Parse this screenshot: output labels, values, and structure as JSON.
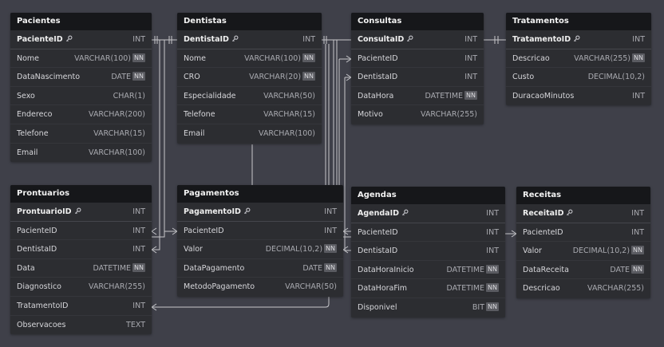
{
  "diagram": {
    "colors": {
      "background": "#3f4049",
      "table_body": "#2c2d31",
      "table_header": "#16171a",
      "edge": "#c8c8cc"
    },
    "tables": [
      {
        "id": "pacientes",
        "name": "Pacientes",
        "columns": [
          {
            "name": "PacienteID",
            "type": "INT",
            "pk": true,
            "nn": false
          },
          {
            "name": "Nome",
            "type": "VARCHAR(100)",
            "pk": false,
            "nn": true
          },
          {
            "name": "DataNascimento",
            "type": "DATE",
            "pk": false,
            "nn": true
          },
          {
            "name": "Sexo",
            "type": "CHAR(1)",
            "pk": false,
            "nn": false
          },
          {
            "name": "Endereco",
            "type": "VARCHAR(200)",
            "pk": false,
            "nn": false
          },
          {
            "name": "Telefone",
            "type": "VARCHAR(15)",
            "pk": false,
            "nn": false
          },
          {
            "name": "Email",
            "type": "VARCHAR(100)",
            "pk": false,
            "nn": false
          }
        ]
      },
      {
        "id": "dentistas",
        "name": "Dentistas",
        "columns": [
          {
            "name": "DentistaID",
            "type": "INT",
            "pk": true,
            "nn": false
          },
          {
            "name": "Nome",
            "type": "VARCHAR(100)",
            "pk": false,
            "nn": true
          },
          {
            "name": "CRO",
            "type": "VARCHAR(20)",
            "pk": false,
            "nn": true
          },
          {
            "name": "Especialidade",
            "type": "VARCHAR(50)",
            "pk": false,
            "nn": false
          },
          {
            "name": "Telefone",
            "type": "VARCHAR(15)",
            "pk": false,
            "nn": false
          },
          {
            "name": "Email",
            "type": "VARCHAR(100)",
            "pk": false,
            "nn": false
          }
        ]
      },
      {
        "id": "consultas",
        "name": "Consultas",
        "columns": [
          {
            "name": "ConsultaID",
            "type": "INT",
            "pk": true,
            "nn": false
          },
          {
            "name": "PacienteID",
            "type": "INT",
            "pk": false,
            "nn": false
          },
          {
            "name": "DentistaID",
            "type": "INT",
            "pk": false,
            "nn": false
          },
          {
            "name": "DataHora",
            "type": "DATETIME",
            "pk": false,
            "nn": true
          },
          {
            "name": "Motivo",
            "type": "VARCHAR(255)",
            "pk": false,
            "nn": false
          }
        ]
      },
      {
        "id": "tratamentos",
        "name": "Tratamentos",
        "columns": [
          {
            "name": "TratamentoID",
            "type": "INT",
            "pk": true,
            "nn": false
          },
          {
            "name": "Descricao",
            "type": "VARCHAR(255)",
            "pk": false,
            "nn": true
          },
          {
            "name": "Custo",
            "type": "DECIMAL(10,2)",
            "pk": false,
            "nn": false
          },
          {
            "name": "DuracaoMinutos",
            "type": "INT",
            "pk": false,
            "nn": false
          }
        ]
      },
      {
        "id": "prontuarios",
        "name": "Prontuarios",
        "columns": [
          {
            "name": "ProntuarioID",
            "type": "INT",
            "pk": true,
            "nn": false
          },
          {
            "name": "PacienteID",
            "type": "INT",
            "pk": false,
            "nn": false
          },
          {
            "name": "DentistaID",
            "type": "INT",
            "pk": false,
            "nn": false
          },
          {
            "name": "Data",
            "type": "DATETIME",
            "pk": false,
            "nn": true
          },
          {
            "name": "Diagnostico",
            "type": "VARCHAR(255)",
            "pk": false,
            "nn": false
          },
          {
            "name": "TratamentoID",
            "type": "INT",
            "pk": false,
            "nn": false
          },
          {
            "name": "Observacoes",
            "type": "TEXT",
            "pk": false,
            "nn": false
          }
        ]
      },
      {
        "id": "pagamentos",
        "name": "Pagamentos",
        "columns": [
          {
            "name": "PagamentoID",
            "type": "INT",
            "pk": true,
            "nn": false
          },
          {
            "name": "PacienteID",
            "type": "INT",
            "pk": false,
            "nn": false
          },
          {
            "name": "Valor",
            "type": "DECIMAL(10,2)",
            "pk": false,
            "nn": true
          },
          {
            "name": "DataPagamento",
            "type": "DATE",
            "pk": false,
            "nn": true
          },
          {
            "name": "MetodoPagamento",
            "type": "VARCHAR(50)",
            "pk": false,
            "nn": false
          }
        ]
      },
      {
        "id": "agendas",
        "name": "Agendas",
        "columns": [
          {
            "name": "AgendaID",
            "type": "INT",
            "pk": true,
            "nn": false
          },
          {
            "name": "PacienteID",
            "type": "INT",
            "pk": false,
            "nn": false
          },
          {
            "name": "DentistaID",
            "type": "INT",
            "pk": false,
            "nn": false
          },
          {
            "name": "DataHoraInicio",
            "type": "DATETIME",
            "pk": false,
            "nn": true
          },
          {
            "name": "DataHoraFim",
            "type": "DATETIME",
            "pk": false,
            "nn": true
          },
          {
            "name": "Disponivel",
            "type": "BIT",
            "pk": false,
            "nn": true
          }
        ]
      },
      {
        "id": "receitas",
        "name": "Receitas",
        "columns": [
          {
            "name": "ReceitaID",
            "type": "INT",
            "pk": true,
            "nn": false
          },
          {
            "name": "PacienteID",
            "type": "INT",
            "pk": false,
            "nn": false
          },
          {
            "name": "Valor",
            "type": "DECIMAL(10,2)",
            "pk": false,
            "nn": true
          },
          {
            "name": "DataReceita",
            "type": "DATE",
            "pk": false,
            "nn": true
          },
          {
            "name": "Descricao",
            "type": "VARCHAR(255)",
            "pk": false,
            "nn": false
          }
        ]
      }
    ],
    "nn_label": "NN",
    "key_icon": "key-icon",
    "relationships": [
      {
        "from": "consultas.PacienteID",
        "to": "pacientes.PacienteID"
      },
      {
        "from": "consultas.DentistaID",
        "to": "dentistas.DentistaID"
      },
      {
        "from": "prontuarios.PacienteID",
        "to": "pacientes.PacienteID"
      },
      {
        "from": "prontuarios.DentistaID",
        "to": "dentistas.DentistaID"
      },
      {
        "from": "prontuarios.TratamentoID",
        "to": "tratamentos.TratamentoID"
      },
      {
        "from": "pagamentos.PacienteID",
        "to": "pacientes.PacienteID"
      },
      {
        "from": "agendas.PacienteID",
        "to": "pacientes.PacienteID"
      },
      {
        "from": "agendas.DentistaID",
        "to": "dentistas.DentistaID"
      },
      {
        "from": "receitas.PacienteID",
        "to": "pacientes.PacienteID"
      }
    ]
  }
}
